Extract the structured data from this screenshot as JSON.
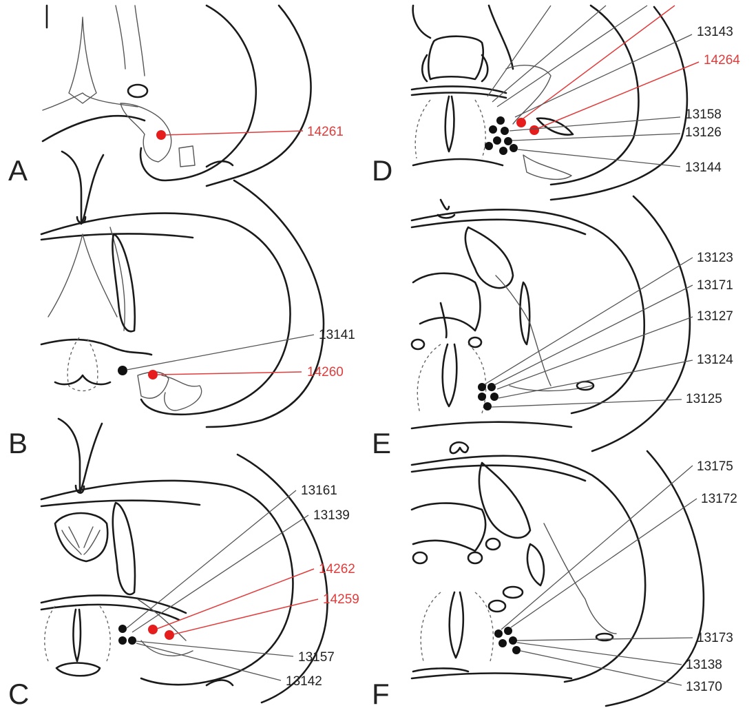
{
  "colors": {
    "site_black": "#111111",
    "site_red": "#e51d1d",
    "label_red": "#e23b3b",
    "label_black": "#222222"
  },
  "panels": [
    {
      "letter": "A",
      "sites": [
        {
          "id": "14261",
          "color": "red"
        }
      ]
    },
    {
      "letter": "B",
      "sites": [
        {
          "id": "13141",
          "color": "black"
        },
        {
          "id": "14260",
          "color": "red"
        }
      ]
    },
    {
      "letter": "C",
      "sites": [
        {
          "id": "13161",
          "color": "black"
        },
        {
          "id": "13139",
          "color": "black"
        },
        {
          "id": "14262",
          "color": "red"
        },
        {
          "id": "14259",
          "color": "red"
        },
        {
          "id": "13157",
          "color": "black"
        },
        {
          "id": "13142",
          "color": "black"
        }
      ]
    },
    {
      "letter": "D",
      "sites": [
        {
          "id": "13143",
          "color": "black"
        },
        {
          "id": "14264",
          "color": "red"
        },
        {
          "id": "13158",
          "color": "black"
        },
        {
          "id": "13126",
          "color": "black"
        },
        {
          "id": "13144",
          "color": "black"
        }
      ]
    },
    {
      "letter": "E",
      "sites": [
        {
          "id": "13123",
          "color": "black"
        },
        {
          "id": "13171",
          "color": "black"
        },
        {
          "id": "13127",
          "color": "black"
        },
        {
          "id": "13124",
          "color": "black"
        },
        {
          "id": "13125",
          "color": "black"
        }
      ]
    },
    {
      "letter": "F",
      "sites": [
        {
          "id": "13175",
          "color": "black"
        },
        {
          "id": "13172",
          "color": "black"
        },
        {
          "id": "13173",
          "color": "black"
        },
        {
          "id": "13138",
          "color": "black"
        },
        {
          "id": "13170",
          "color": "black"
        }
      ]
    }
  ]
}
